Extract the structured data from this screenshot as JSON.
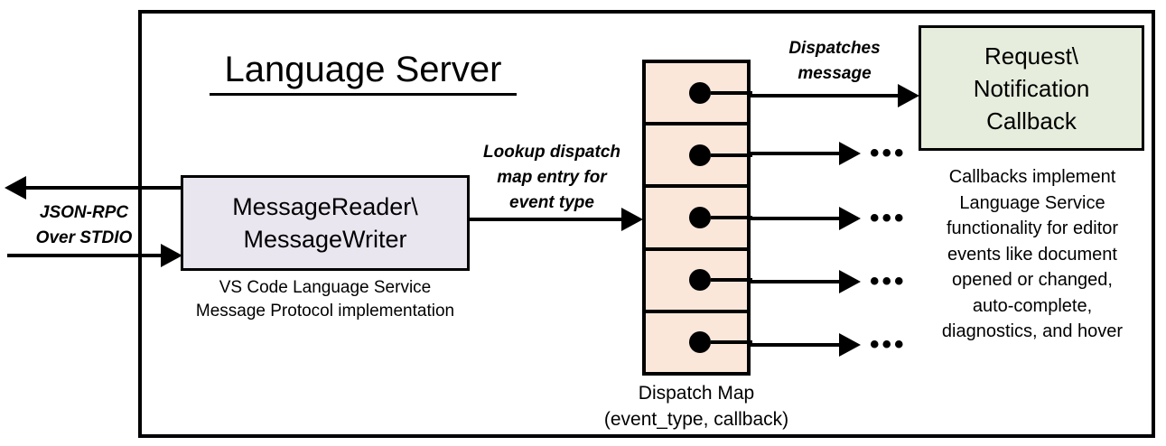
{
  "diagram": {
    "title": "Language Server",
    "frame_name": "language-server-boundary"
  },
  "external": {
    "protocol_label_line1": "JSON-RPC",
    "protocol_label_line2": "Over STDIO",
    "outbound_arrow": "arrow-left",
    "inbound_arrow": "arrow-right"
  },
  "message_io": {
    "box_line1": "MessageReader\\",
    "box_line2": "MessageWriter",
    "caption_line1": "VS Code Language Service",
    "caption_line2": "Message Protocol implementation",
    "fill_color": "#EAE6F0"
  },
  "lookup": {
    "label_line1": "Lookup dispatch",
    "label_line2": "map entry for",
    "label_line3": "event type"
  },
  "dispatch_map": {
    "caption_line1": "Dispatch Map",
    "caption_line2": "(event_type, callback)",
    "fill_color": "#FBE7DA",
    "rows": [
      {
        "id": "row-1",
        "has_dot": true,
        "target": "callback-box",
        "trailing": ""
      },
      {
        "id": "row-2",
        "has_dot": true,
        "target": "ellipsis",
        "trailing": "•••"
      },
      {
        "id": "row-3",
        "has_dot": true,
        "target": "ellipsis",
        "trailing": "•••"
      },
      {
        "id": "row-4",
        "has_dot": true,
        "target": "ellipsis",
        "trailing": "•••"
      },
      {
        "id": "row-5",
        "has_dot": true,
        "target": "ellipsis",
        "trailing": "•••"
      }
    ]
  },
  "dispatch_edge": {
    "label_line1": "Dispatches",
    "label_line2": "message"
  },
  "callback": {
    "box_line1": "Request\\",
    "box_line2": "Notification",
    "box_line3": "Callback",
    "fill_color": "#E6EDDC",
    "desc_line1": "Callbacks implement",
    "desc_line2": "Language Service",
    "desc_line3": "functionality for editor",
    "desc_line4": "events like document",
    "desc_line5": "opened or changed,",
    "desc_line6": "auto-complete,",
    "desc_line7": "diagnostics, and hover"
  }
}
